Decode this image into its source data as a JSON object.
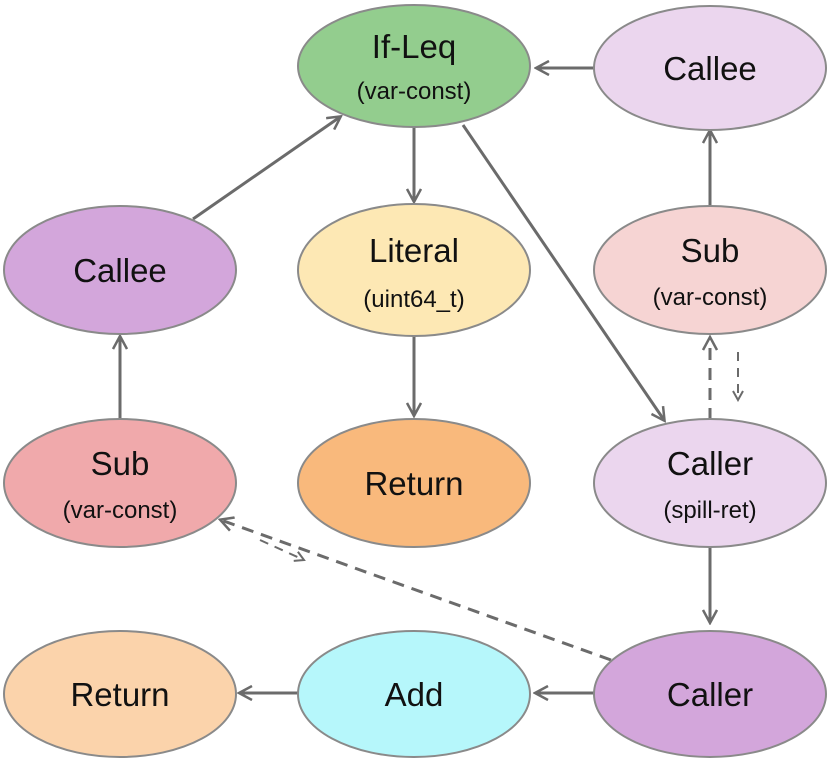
{
  "nodes": {
    "if_leq": {
      "title": "If-Leq",
      "subtitle": "(var-const)",
      "color": "#93cd8e"
    },
    "callee_top": {
      "title": "Callee",
      "color": "#ebd6ee"
    },
    "callee_left": {
      "title": "Callee",
      "color": "#d3a6db"
    },
    "literal": {
      "title": "Literal",
      "subtitle": "(uint64_t)",
      "color": "#fde8b4"
    },
    "sub_right": {
      "title": "Sub",
      "subtitle": "(var-const)",
      "color": "#f6d4d3"
    },
    "sub_left": {
      "title": "Sub",
      "subtitle": "(var-const)",
      "color": "#f0a9ab"
    },
    "return_mid": {
      "title": "Return",
      "color": "#f9b97c"
    },
    "caller_spill": {
      "title": "Caller",
      "subtitle": "(spill-ret)",
      "color": "#ebd6ee"
    },
    "return_bottom": {
      "title": "Return",
      "color": "#fbd3ab"
    },
    "add": {
      "title": "Add",
      "color": "#b6f7fb"
    },
    "caller_bottom": {
      "title": "Caller",
      "color": "#d3a6db"
    }
  },
  "edge_color": "#6b6b6b"
}
